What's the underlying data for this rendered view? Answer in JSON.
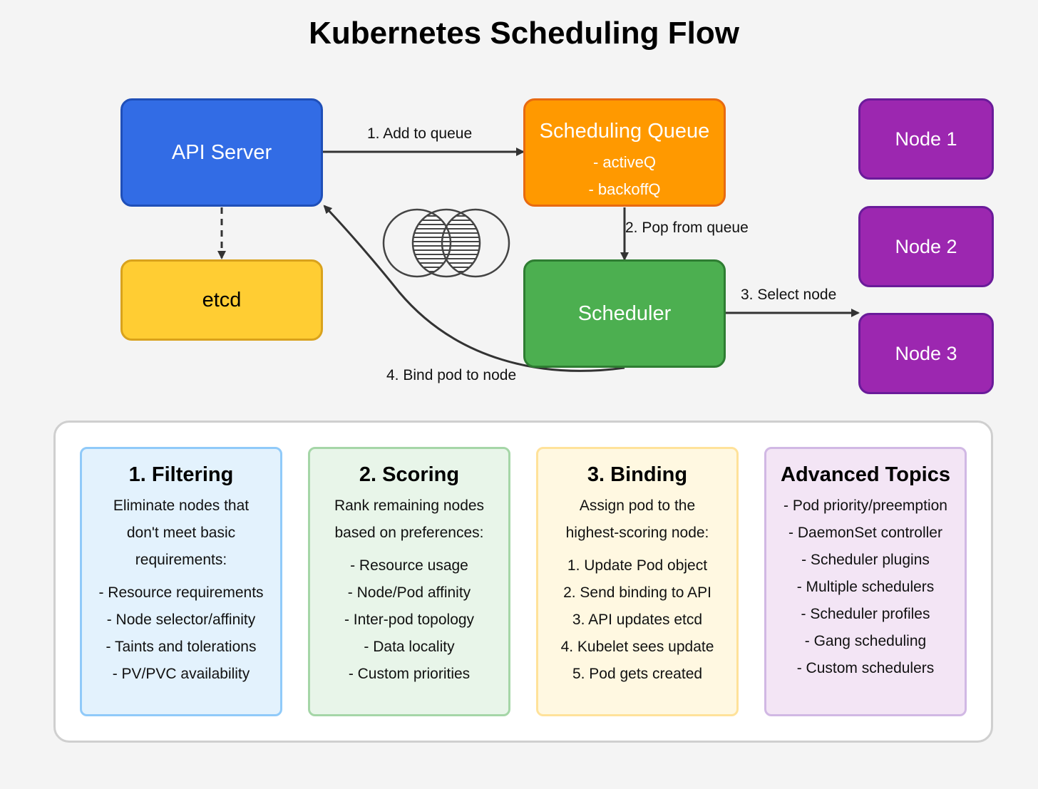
{
  "title": "Kubernetes Scheduling Flow",
  "components": {
    "api_server": "API Server",
    "etcd": "etcd",
    "queue": {
      "title": "Scheduling Queue",
      "items": [
        "- activeQ",
        "- backoffQ"
      ]
    },
    "scheduler": "Scheduler",
    "nodes": [
      "Node 1",
      "Node 2",
      "Node 3"
    ]
  },
  "edges": {
    "add_to_queue": "1. Add to queue",
    "pop_from_queue": "2. Pop from queue",
    "select_node": "3. Select node",
    "bind_pod": "4. Bind pod to node"
  },
  "phases": [
    {
      "title": "1. Filtering",
      "description": [
        "Eliminate nodes that",
        "don't meet basic",
        "requirements:"
      ],
      "items": [
        "- Resource requirements",
        "- Node selector/affinity",
        "- Taints and tolerations",
        "- PV/PVC availability"
      ]
    },
    {
      "title": "2. Scoring",
      "description": [
        "Rank remaining nodes",
        "based on preferences:"
      ],
      "items": [
        "- Resource usage",
        "- Node/Pod affinity",
        "- Inter-pod topology",
        "- Data locality",
        "- Custom priorities"
      ]
    },
    {
      "title": "3. Binding",
      "description": [
        "Assign pod to the",
        "highest-scoring node:"
      ],
      "items": [
        "1. Update Pod object",
        "2. Send binding to API",
        "3. API updates etcd",
        "4. Kubelet sees update",
        "5. Pod gets created"
      ]
    },
    {
      "title": "Advanced Topics",
      "description": [],
      "items": [
        "- Pod priority/preemption",
        "- DaemonSet controller",
        "- Scheduler plugins",
        "- Multiple schedulers",
        "- Scheduler profiles",
        "- Gang scheduling",
        "- Custom schedulers"
      ]
    }
  ],
  "icons": [
    "venn-diagram-icon"
  ]
}
